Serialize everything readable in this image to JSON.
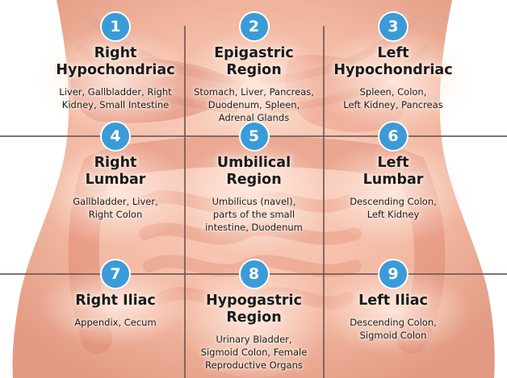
{
  "regions": [
    {
      "number": "1",
      "title": [
        "Right",
        "Hypochondriac"
      ],
      "organs": [
        "Liver, Gallbladder, Right",
        "Kidney, Small Intestine"
      ]
    },
    {
      "number": "2",
      "title": [
        "Epigastric",
        "Region"
      ],
      "organs": [
        "Stomach, Liver, Pancreas,",
        "Duodenum, Spleen,",
        "Adrenal Glands"
      ]
    },
    {
      "number": "3",
      "title": [
        "Left",
        "Hypochondriac"
      ],
      "organs": [
        "Spleen, Colon,",
        "Left Kidney, Pancreas"
      ]
    },
    {
      "number": "4",
      "title": [
        "Right",
        "Lumbar"
      ],
      "organs": [
        "Gallbladder, Liver,",
        "Right Colon"
      ]
    },
    {
      "number": "5",
      "title": [
        "Umbilical",
        "Region"
      ],
      "organs": [
        "Umbilicus (navel),",
        "parts of the small",
        "intestine, Duodenum"
      ]
    },
    {
      "number": "6",
      "title": [
        "Left",
        "Lumbar"
      ],
      "organs": [
        "Descending Colon,",
        "Left Kidney"
      ]
    },
    {
      "number": "7",
      "title": [
        "Right Iliac"
      ],
      "organs": [
        "Appendix, Cecum"
      ]
    },
    {
      "number": "8",
      "title": [
        "Hypogastric",
        "Region"
      ],
      "organs": [
        "Urinary Bladder,",
        "Sigmoid Colon, Female",
        "Reproductive Organs"
      ]
    },
    {
      "number": "9",
      "title": [
        "Left Iliac"
      ],
      "organs": [
        "Descending Colon,",
        "Sigmoid Colon"
      ]
    }
  ],
  "colors": {
    "badge": "#3b9bd8",
    "skin": "#f3b9a3",
    "organ": "#e58e79",
    "grid_line": "#6e5a55"
  }
}
